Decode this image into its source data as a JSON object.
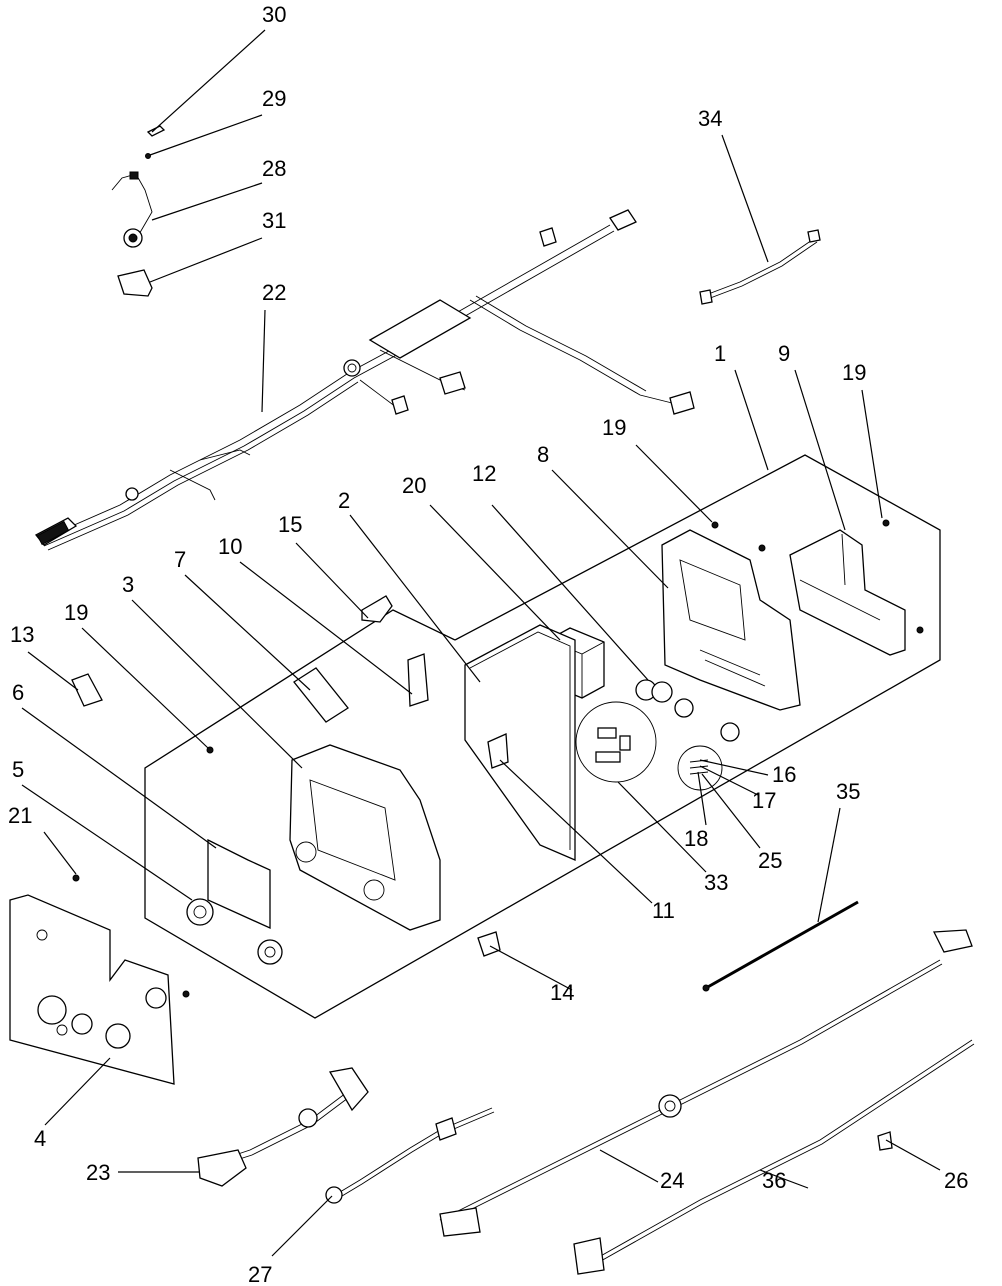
{
  "callouts": {
    "c1": "1",
    "c2": "2",
    "c3": "3",
    "c4": "4",
    "c5": "5",
    "c6": "6",
    "c7": "7",
    "c8": "8",
    "c9": "9",
    "c10": "10",
    "c11": "11",
    "c12": "12",
    "c13": "13",
    "c14": "14",
    "c15": "15",
    "c16": "16",
    "c17": "17",
    "c18": "18",
    "c19a": "19",
    "c19b": "19",
    "c19c": "19",
    "c20": "20",
    "c21": "21",
    "c22": "22",
    "c23": "23",
    "c24": "24",
    "c25": "25",
    "c26": "26",
    "c27": "27",
    "c28": "28",
    "c29": "29",
    "c30": "30",
    "c31": "31",
    "c33": "33",
    "c34": "34",
    "c35": "35",
    "c36": "36"
  }
}
